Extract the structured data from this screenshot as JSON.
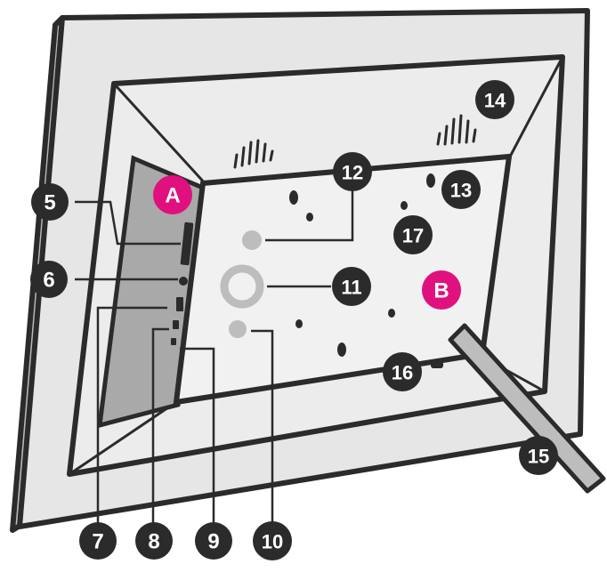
{
  "callouts": {
    "c5": "5",
    "c6": "6",
    "c7": "7",
    "c8": "8",
    "c9": "9",
    "c10": "10",
    "c11": "11",
    "c12": "12",
    "c13": "13",
    "c14": "14",
    "c15": "15",
    "c16": "16",
    "c17": "17"
  },
  "markers": {
    "a": "A",
    "b": "B"
  },
  "colors": {
    "outline": "#2b2b2b",
    "frame": "#e6e6e6",
    "frame_side": "#b8b8b8",
    "recess": "#a9a9a9",
    "ring": "#bdbdbd",
    "badge": "#2b2b2b",
    "marker": "#e0117f"
  }
}
